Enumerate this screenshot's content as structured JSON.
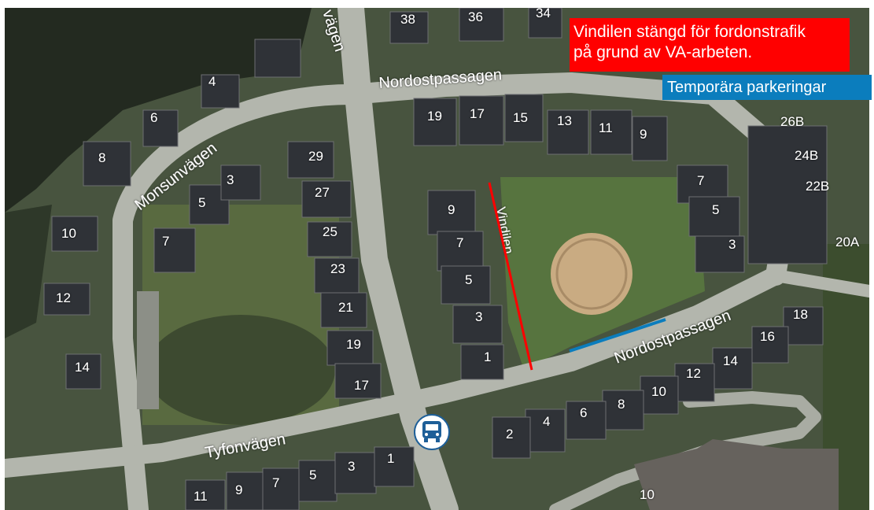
{
  "notices": {
    "closure_line1": "Vindilen stängd för fordonstrafik",
    "closure_line2": "på grund av VA-arbeten.",
    "parking": "Temporära parkeringar"
  },
  "streets": {
    "monsunvagen": "Monsunvägen",
    "nordostpassagen_top": "Nordostpassagen",
    "nordostpassagen_bottom": "Nordostpassagen",
    "tyfonvagen": "Tyfonvägen",
    "vagen_top": "vägen",
    "vindilen": "Vindilen"
  },
  "house_numbers": {
    "h38": "38",
    "h36": "36",
    "h34": "34",
    "h4": "4",
    "h6": "6",
    "h8": "8",
    "h10_w": "10",
    "h12_w": "12",
    "h14_w": "14",
    "h29": "29",
    "h27": "27",
    "h25": "25",
    "h23": "23",
    "h21": "21",
    "h19_w": "19",
    "h17_w": "17",
    "h5_m": "5",
    "h3_m": "3",
    "h7_m": "7",
    "h19_n": "19",
    "h17_n": "17",
    "h15_n": "15",
    "h13_n": "13",
    "h11_n": "11",
    "h9_n": "9",
    "h9_v": "9",
    "h7_v": "7",
    "h5_v": "5",
    "h3_v": "3",
    "h1_v": "1",
    "h7_e": "7",
    "h5_e": "5",
    "h3_e": "3",
    "h26b": "26B",
    "h24b": "24B",
    "h22b": "22B",
    "h20a": "20A",
    "h18_s": "18",
    "h16_s": "16",
    "h14_s": "14",
    "h12_s": "12",
    "h10_s": "10",
    "h8_s": "8",
    "h6_s": "6",
    "h4_s": "4",
    "h2_s": "2",
    "h11_t": "11",
    "h9_t": "9",
    "h7_t": "7",
    "h5_t": "5",
    "h3_t": "3",
    "h1_t": "1",
    "h10_se": "10"
  },
  "icons": {
    "bus_stop": "bus-icon"
  },
  "colors": {
    "closure": "#ff0000",
    "parking": "#0b7dbd",
    "road": "#b3b6ad",
    "park": "#57743f"
  }
}
